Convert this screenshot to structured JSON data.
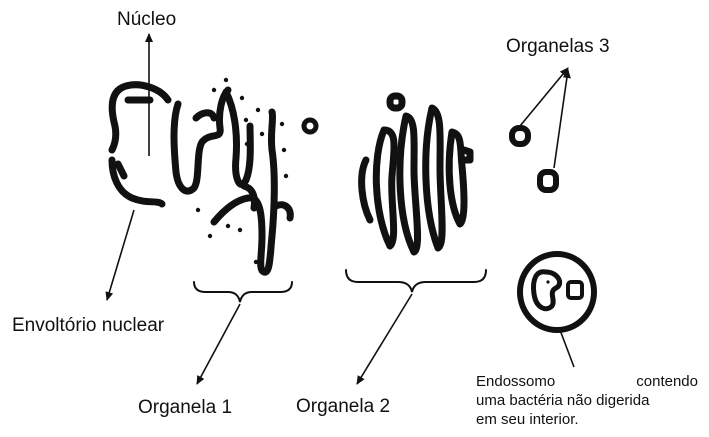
{
  "labels": {
    "nucleus": "Núcleo",
    "envelope": "Envoltório nuclear",
    "organelle1": "Organela 1",
    "organelle2": "Organela 2",
    "organelle3": "Organelas 3"
  },
  "endosome_caption": {
    "line1_left": "Endossomo",
    "line1_right": "contendo",
    "line2": "uma bactéria não digerida",
    "line3": "em seu interior."
  },
  "colors": {
    "ink": "#111111",
    "background": "#ffffff"
  }
}
